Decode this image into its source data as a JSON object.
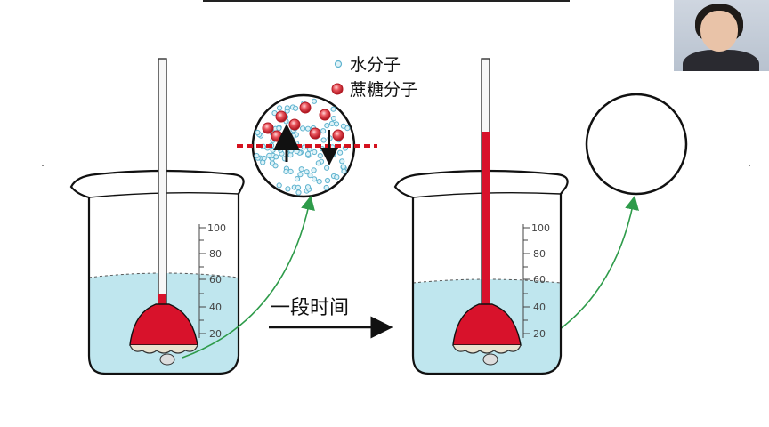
{
  "legend": {
    "water": "水分子",
    "sucrose": "蔗糖分子"
  },
  "arrow_label": "一段时间",
  "scale_ticks": [
    "100",
    "80",
    "60",
    "40",
    "20"
  ],
  "colors": {
    "water_fill": "#bfe6ee",
    "water_molecule": "#7cc6dc",
    "sucrose_molecule": "#e04b55",
    "solution_red": "#d8122b",
    "green_arrow": "#2e9b4a",
    "dashed_line": "#d4121f"
  }
}
